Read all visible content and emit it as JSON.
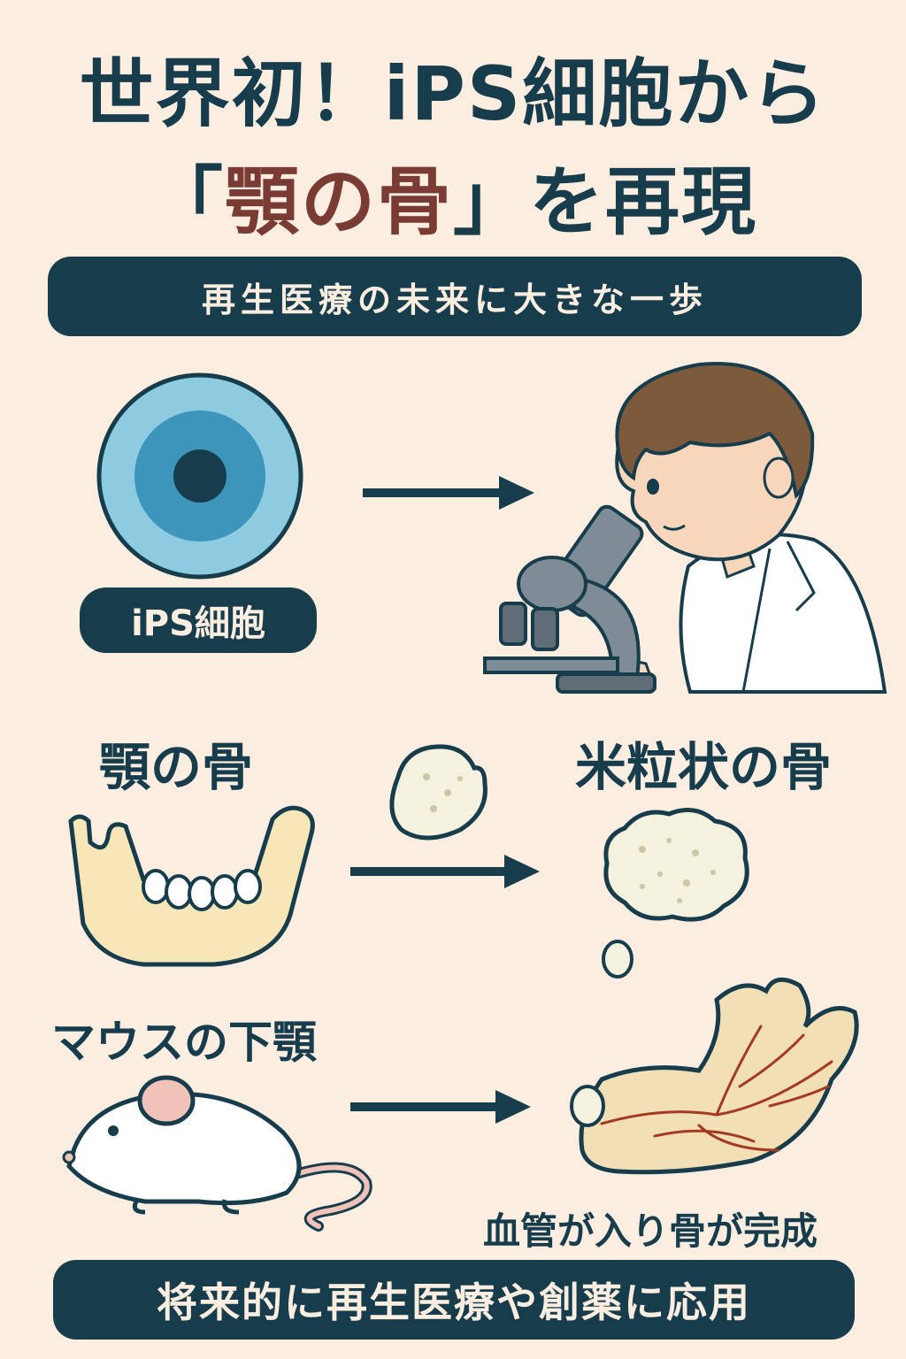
{
  "title": {
    "line1": "世界初！iPS細胞から",
    "line2_open": "「",
    "line2_accent": "顎の骨",
    "line2_rest": "」を再現"
  },
  "subtitle": "再生医療の未来に大きな一歩",
  "section1": {
    "ips_label": "iPS細胞"
  },
  "section2": {
    "jaw_label": "顎の骨",
    "rice_label": "米粒状の骨"
  },
  "section3": {
    "mouse_label": "マウスの下顎",
    "result_label": "血管が入り骨が完成"
  },
  "footer": "将来的に再生医療や創薬に応用",
  "colors": {
    "background": "#fbeee0",
    "navy": "#173d4d",
    "accent_red": "#7a3b35",
    "cell_outer": "#8ccbe0",
    "cell_mid": "#3c95bb",
    "cell_core": "#173d4d",
    "bone": "#f7e7b8",
    "microscope": "#7d8c95"
  },
  "icons": [
    "ips-cell-icon",
    "scientist-icon",
    "microscope-icon",
    "jaw-bone-icon",
    "rice-bone-icon",
    "mouse-icon",
    "vascularized-bone-icon",
    "arrow-icon"
  ]
}
